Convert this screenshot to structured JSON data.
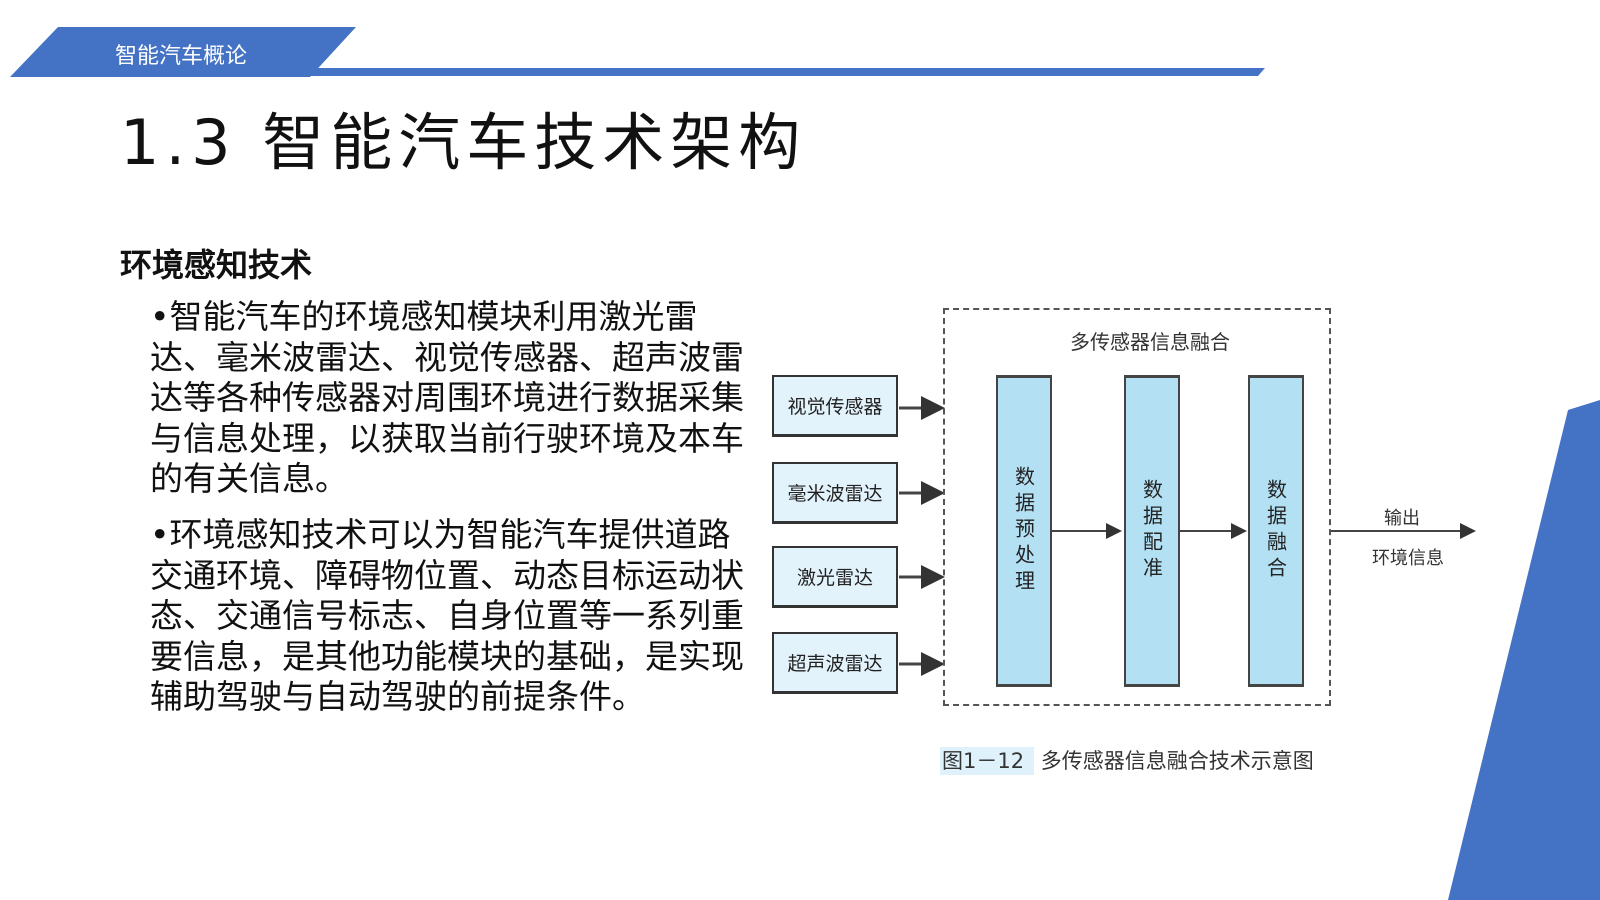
{
  "header": {
    "course_title": "智能汽车概论"
  },
  "slide": {
    "title": "1.3 智能汽车技术架构",
    "section_heading": "环境感知技术",
    "paragraphs": [
      "•智能汽车的环境感知模块利用激光雷达、毫米波雷达、视觉传感器、超声波雷达等各种传感器对周围环境进行数据采集与信息处理，以获取当前行驶环境及本车的有关信息。",
      "•环境感知技术可以为智能汽车提供道路交通环境、障碍物位置、动态目标运动状态、交通信号标志、自身位置等一系列重要信息，是其他功能模块的基础，是实现辅助驾驶与自动驾驶的前提条件。"
    ]
  },
  "diagram": {
    "sensors": [
      "视觉传感器",
      "毫米波雷达",
      "激光雷达",
      "超声波雷达"
    ],
    "fusion_title": "多传感器信息融合",
    "stages": [
      "数据预处理",
      "数据配准",
      "数据融合"
    ],
    "output_line1": "输出",
    "output_line2": "环境信息",
    "caption_number": "图1－12",
    "caption_text": "多传感器信息融合技术示意图"
  },
  "colors": {
    "accent": "#4472c4",
    "box_light": "#e3f3fc",
    "box_stage": "#b4e0f4"
  }
}
